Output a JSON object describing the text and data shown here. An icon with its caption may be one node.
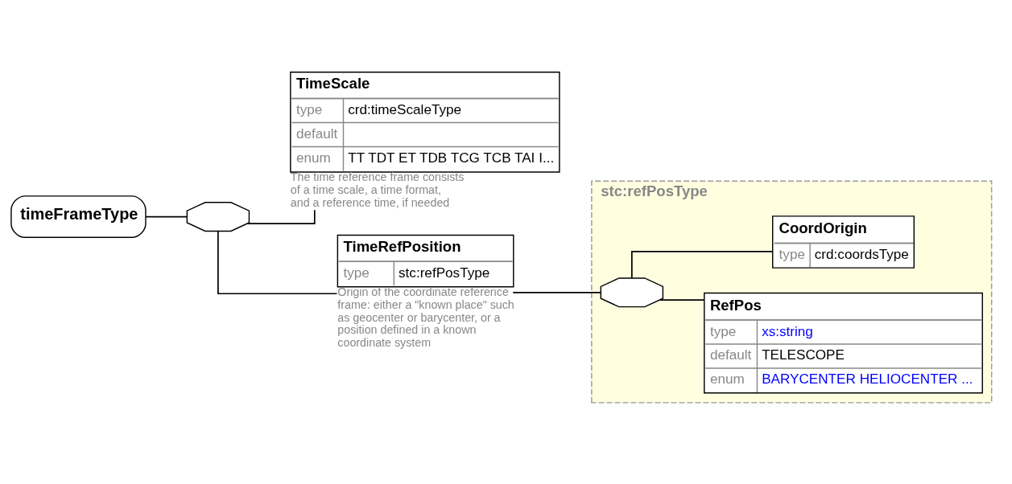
{
  "diagram": {
    "nodes": [
      {
        "text": [
          "timeFrameType"
        ]
      },
      {
        "text": [],
        "shape": "octagon"
      },
      {
        "text": [
          "TimeScale",
          "type",
          "crd:timeScaleType",
          "default",
          "enum",
          "TT TDT ET TDB TCG TCB TAI I..."
        ],
        "beside": [
          "The time reference frame consists of a time scale, a time format, and a reference time, if needed"
        ]
      },
      {
        "text": [
          "TimeRefPosition",
          "type",
          "stc:refPosType"
        ],
        "beside": [
          "Origin of the coordinate reference frame: either a \"known place\" such as geocenter or barycenter, or a position defined in a known coordinate system"
        ]
      },
      {
        "text": [
          "stc:refPosType"
        ]
      },
      {
        "text": [],
        "shape": "octagon",
        "in": 4
      },
      {
        "text": [
          "RefPos",
          "type",
          "xs:string",
          "default",
          "TELESCOPE",
          "enum",
          "BARYCENTER HELIOCENTER ..."
        ],
        "in": 4
      },
      {
        "text": [
          "CoordOrigin",
          "type",
          "crd:coordsType"
        ],
        "in": 4
      }
    ],
    "edges": [
      {
        "from": 0,
        "to": 1,
        "arrow": "none"
      },
      {
        "from": 1,
        "to": 2,
        "arrow": "none"
      },
      {
        "from": 1,
        "to": 3,
        "arrow": "none"
      },
      {
        "from": 3,
        "to": 5,
        "arrow": "none"
      },
      {
        "from": 5,
        "to": 6,
        "arrow": "none"
      },
      {
        "from": 5,
        "to": 7,
        "arrow": "none"
      }
    ]
  }
}
